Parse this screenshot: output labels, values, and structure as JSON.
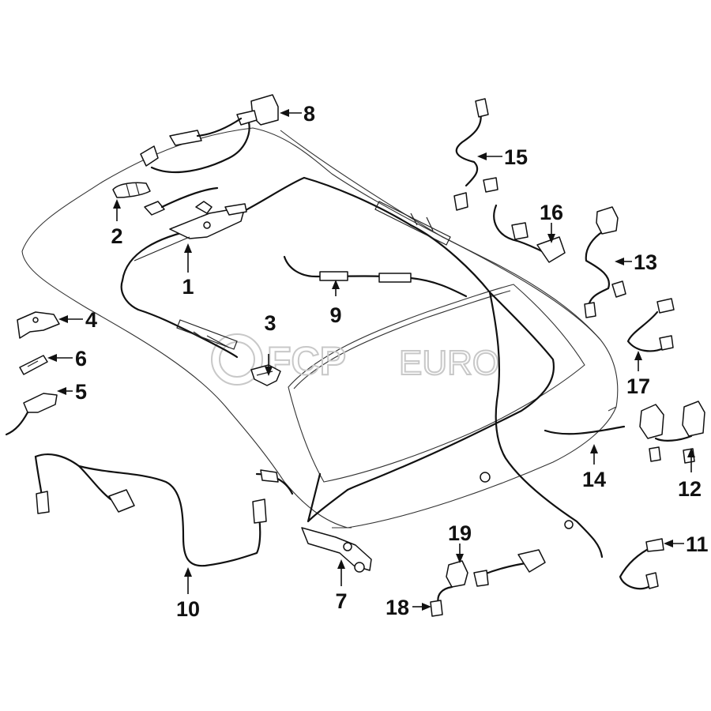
{
  "title": "",
  "watermark": {
    "brand": "FCP",
    "suffix": "EURO"
  },
  "callouts": [
    {
      "id": "1",
      "label": "1"
    },
    {
      "id": "2",
      "label": "2"
    },
    {
      "id": "3",
      "label": "3"
    },
    {
      "id": "4",
      "label": "4"
    },
    {
      "id": "5",
      "label": "5"
    },
    {
      "id": "6",
      "label": "6"
    },
    {
      "id": "7",
      "label": "7"
    },
    {
      "id": "8",
      "label": "8"
    },
    {
      "id": "9",
      "label": "9"
    },
    {
      "id": "10",
      "label": "10"
    },
    {
      "id": "11",
      "label": "11"
    },
    {
      "id": "12",
      "label": "12"
    },
    {
      "id": "13",
      "label": "13"
    },
    {
      "id": "14",
      "label": "14"
    },
    {
      "id": "15",
      "label": "15"
    },
    {
      "id": "16",
      "label": "16"
    },
    {
      "id": "17",
      "label": "17"
    },
    {
      "id": "18",
      "label": "18"
    },
    {
      "id": "19",
      "label": "19"
    }
  ],
  "colors": {
    "line": "#111111",
    "watermark": "#c8c8c8",
    "background": "#ffffff"
  }
}
